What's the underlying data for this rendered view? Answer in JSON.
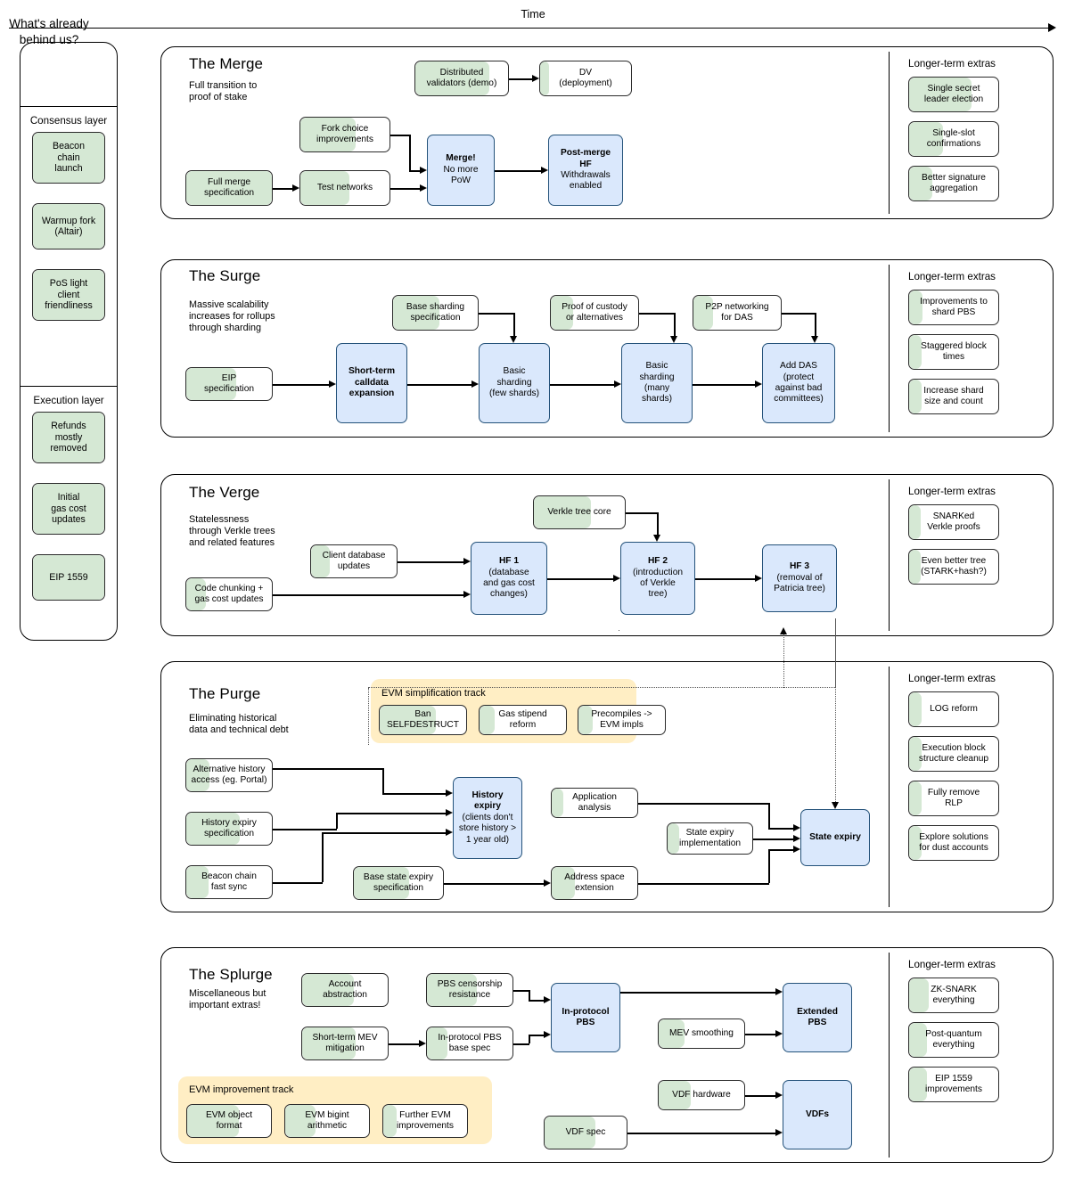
{
  "time_axis": {
    "label": "Time"
  },
  "sidebar": {
    "header": "What's\nalready\nbehind us?",
    "sections": [
      {
        "label": "Consensus layer",
        "items": [
          {
            "label": "Beacon\nchain\nlaunch",
            "progress": 100
          },
          {
            "label": "Warmup fork\n(Altair)",
            "progress": 100
          },
          {
            "label": "PoS light\nclient\nfriendliness",
            "progress": 100
          }
        ]
      },
      {
        "label": "Execution layer",
        "items": [
          {
            "label": "Refunds\nmostly\nremoved",
            "progress": 100
          },
          {
            "label": "Initial\ngas cost\nupdates",
            "progress": 100
          },
          {
            "label": "EIP 1559",
            "progress": 100
          }
        ]
      }
    ]
  },
  "extras_heading": "Longer-term extras",
  "panels": [
    {
      "id": "merge",
      "title": "The Merge",
      "subtitle": "Full transition to\nproof of stake",
      "nodes": [
        {
          "name": "distributed-validators",
          "label": "Distributed\nvalidators (demo)",
          "kind": "green",
          "progress": 80
        },
        {
          "name": "dv-deployment",
          "label": "DV\n(deployment)",
          "kind": "green",
          "progress": 10
        },
        {
          "name": "fork-choice-improvements",
          "label": "Fork choice\nimprovements",
          "kind": "green",
          "progress": 62
        },
        {
          "name": "full-merge-specification",
          "label": "Full merge\nspecification",
          "kind": "green",
          "progress": 100
        },
        {
          "name": "test-networks",
          "label": "Test networks",
          "kind": "green",
          "progress": 55
        },
        {
          "name": "merge-no-more-pow",
          "label": "Merge!\nNo more\nPoW",
          "kind": "blue",
          "bold_lines": 1
        },
        {
          "name": "post-merge-hf",
          "label": "Post-merge\nHF\nWithdrawals\nenabled",
          "kind": "blue",
          "bold_lines": 2
        }
      ],
      "extras": [
        {
          "label": "Single secret\nleader election",
          "progress": 70
        },
        {
          "label": "Single-slot\nconfirmations",
          "progress": 38
        },
        {
          "label": "Better signature\naggregation",
          "progress": 26
        }
      ]
    },
    {
      "id": "surge",
      "title": "The Surge",
      "subtitle": "Massive scalability\nincreases for rollups\nthrough sharding",
      "nodes": [
        {
          "name": "base-sharding-specification",
          "label": "Base sharding\nspecification",
          "kind": "green",
          "progress": 55
        },
        {
          "name": "proof-of-custody",
          "label": "Proof of custody\nor alternatives",
          "kind": "green",
          "progress": 26
        },
        {
          "name": "p2p-networking-for-das",
          "label": "P2P networking\nfor DAS",
          "kind": "green",
          "progress": 22
        },
        {
          "name": "eip-specification",
          "label": "EIP\nspecification",
          "kind": "green",
          "progress": 58
        },
        {
          "name": "short-term-calldata-expansion",
          "label": "Short-term\ncalldata\nexpansion",
          "kind": "blue",
          "bold_lines": 3
        },
        {
          "name": "basic-sharding-few-shards",
          "label": "Basic\nsharding\n(few shards)",
          "kind": "blue",
          "bold_lines": 0
        },
        {
          "name": "basic-sharding-many-shards",
          "label": "Basic\nsharding\n(many\nshards)",
          "kind": "blue",
          "bold_lines": 0
        },
        {
          "name": "add-das",
          "label": "Add DAS\n(protect\nagainst bad\ncommittees)",
          "kind": "blue",
          "bold_lines": 0
        }
      ],
      "extras": [
        {
          "label": "Improvements to\nshard PBS",
          "progress": 15
        },
        {
          "label": "Staggered block\ntimes",
          "progress": 14
        },
        {
          "label": "Increase shard\nsize and count",
          "progress": 14
        }
      ]
    },
    {
      "id": "verge",
      "title": "The Verge",
      "subtitle": "Statelessness\nthrough Verkle trees\nand related features",
      "nodes": [
        {
          "name": "verkle-tree-core",
          "label": "Verkle tree core",
          "kind": "green",
          "progress": 63
        },
        {
          "name": "client-database-updates",
          "label": "Client database\nupdates",
          "kind": "green",
          "progress": 22
        },
        {
          "name": "code-chunking-gas-cost-updates",
          "label": "Code chunking +\ngas cost updates",
          "kind": "green",
          "progress": 23
        },
        {
          "name": "hf-1",
          "label": "HF 1\n(database\nand gas cost\nchanges)",
          "kind": "blue",
          "bold_lines": 1
        },
        {
          "name": "hf-2",
          "label": "HF 2\n(introduction\nof Verkle\ntree)",
          "kind": "blue",
          "bold_lines": 1
        },
        {
          "name": "hf-3",
          "label": "HF 3\n(removal of\nPatricia tree)",
          "kind": "blue",
          "bold_lines": 1
        }
      ],
      "extras": [
        {
          "label": "SNARKed\nVerkle proofs",
          "progress": 13
        },
        {
          "label": "Even better tree\n(STARK+hash?)",
          "progress": 13
        }
      ]
    },
    {
      "id": "purge",
      "title": "The Purge",
      "subtitle": "Eliminating historical\ndata and technical debt",
      "track": {
        "label": "EVM simplification track",
        "nodes": [
          {
            "name": "ban-selfdestruct",
            "label": "Ban\nSELFDESTRUCT",
            "progress": 65
          },
          {
            "name": "gas-stipend-reform",
            "label": "Gas stipend\nreform",
            "progress": 18
          },
          {
            "name": "precompiles-to-evm-impls",
            "label": "Precompiles ->\nEVM impls",
            "progress": 16
          }
        ]
      },
      "nodes": [
        {
          "name": "alternative-history-access",
          "label": "Alternative history\naccess (eg. Portal)",
          "kind": "green",
          "progress": 27
        },
        {
          "name": "history-expiry-specification",
          "label": "History expiry\nspecification",
          "kind": "green",
          "progress": 62
        },
        {
          "name": "beacon-chain-fast-sync",
          "label": "Beacon chain\nfast sync",
          "kind": "green",
          "progress": 26
        },
        {
          "name": "history-expiry",
          "label": "History\nexpiry\n(clients don't\nstore history >\n1 year old)",
          "kind": "blue",
          "bold_lines": 2
        },
        {
          "name": "application-analysis",
          "label": "Application\nanalysis",
          "kind": "green",
          "progress": 14
        },
        {
          "name": "state-expiry-implementation",
          "label": "State expiry\nimplementation",
          "kind": "green",
          "progress": 14
        },
        {
          "name": "base-state-expiry-specification",
          "label": "Base state expiry\nspecification",
          "kind": "green",
          "progress": 62
        },
        {
          "name": "address-space-extension",
          "label": "Address space\nextension",
          "kind": "green",
          "progress": 27
        },
        {
          "name": "state-expiry",
          "label": "State expiry",
          "kind": "blue",
          "bold_lines": 1
        }
      ],
      "extras": [
        {
          "label": "LOG reform",
          "progress": 14
        },
        {
          "label": "Execution block\nstructure cleanup",
          "progress": 14
        },
        {
          "label": "Fully remove\nRLP",
          "progress": 14
        },
        {
          "label": "Explore solutions\nfor dust accounts",
          "progress": 14
        }
      ]
    },
    {
      "id": "splurge",
      "title": "The Splurge",
      "subtitle": "Miscellaneous but\nimportant extras!",
      "track": {
        "label": "EVM improvement track",
        "nodes": [
          {
            "name": "evm-object-format",
            "label": "EVM object\nformat",
            "progress": 62
          },
          {
            "name": "evm-bigint-arithmetic",
            "label": "EVM bigint\narithmetic",
            "progress": 36
          },
          {
            "name": "further-evm-improvements",
            "label": "Further EVM\nimprovements",
            "progress": 16
          }
        ]
      },
      "nodes": [
        {
          "name": "account-abstraction",
          "label": "Account\nabstraction",
          "kind": "green",
          "progress": 60
        },
        {
          "name": "pbs-censorship-resistance",
          "label": "PBS censorship\nresistance",
          "kind": "green",
          "progress": 58
        },
        {
          "name": "short-term-mev-mitigation",
          "label": "Short-term MEV\nmitigation",
          "kind": "green",
          "progress": 62
        },
        {
          "name": "in-protocol-pbs-base-spec",
          "label": "In-protocol PBS\nbase spec",
          "kind": "green",
          "progress": 24
        },
        {
          "name": "in-protocol-pbs",
          "label": "In-protocol\nPBS",
          "kind": "blue",
          "bold_lines": 2
        },
        {
          "name": "mev-smoothing",
          "label": "MEV smoothing",
          "kind": "green",
          "progress": 30
        },
        {
          "name": "extended-pbs",
          "label": "Extended\nPBS",
          "kind": "blue",
          "bold_lines": 2
        },
        {
          "name": "vdf-hardware",
          "label": "VDF hardware",
          "kind": "green",
          "progress": 38
        },
        {
          "name": "vdf-spec",
          "label": "VDF spec",
          "kind": "green",
          "progress": 62
        },
        {
          "name": "vdfs",
          "label": "VDFs",
          "kind": "blue",
          "bold_lines": 1
        }
      ],
      "extras": [
        {
          "label": "ZK-SNARK\neverything",
          "progress": 22
        },
        {
          "label": "Post-quantum\neverything",
          "progress": 20
        },
        {
          "label": "EIP 1559\nimprovements",
          "progress": 20
        }
      ]
    }
  ],
  "colors": {
    "green": "#d5e8d4",
    "blue": "#dae8fc",
    "yellow_track": "#ffeec4",
    "stroke": "#000000"
  }
}
